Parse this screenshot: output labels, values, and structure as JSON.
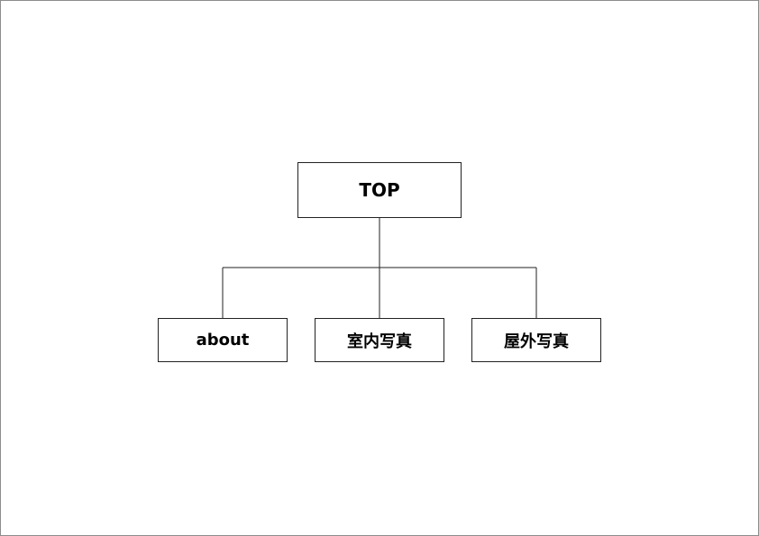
{
  "diagram": {
    "root": {
      "label": "TOP"
    },
    "children": [
      {
        "label": "about"
      },
      {
        "label": "室内写真"
      },
      {
        "label": "屋外写真"
      }
    ],
    "colors": {
      "stroke": "#222222",
      "background": "#ffffff",
      "text": "#000000",
      "frame": "#8c8c8c"
    }
  }
}
